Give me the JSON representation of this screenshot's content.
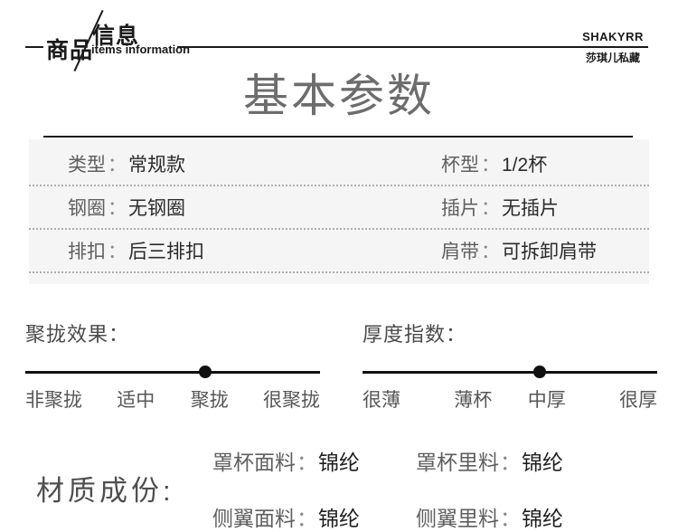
{
  "header": {
    "brand_title_cn_left": "商品",
    "brand_title_cn_right": "信息",
    "brand_subtitle_en": "items information",
    "store_name_en": "SHAKYRR",
    "store_name_cn": "莎琪儿私藏"
  },
  "section_title": "基本参数",
  "colon": "：",
  "spec_table": {
    "rows": [
      {
        "left": {
          "label": "类型",
          "value": "常规款"
        },
        "right": {
          "label": "杯型",
          "value": "1/2杯"
        }
      },
      {
        "left": {
          "label": "钢圈",
          "value": "无钢圈"
        },
        "right": {
          "label": "插片",
          "value": "无插片"
        }
      },
      {
        "left": {
          "label": "排扣",
          "value": "后三排扣"
        },
        "right": {
          "label": "肩带",
          "value": "可拆卸肩带"
        }
      }
    ]
  },
  "sliders": [
    {
      "title": "聚拢效果：",
      "options": [
        "非聚拢",
        "适中",
        "聚拢",
        "很聚拢"
      ],
      "selected": "聚拢",
      "dot_percent": 61
    },
    {
      "title": "厚度指数：",
      "options": [
        "很薄",
        "薄杯",
        "中厚",
        "很厚"
      ],
      "selected": "中厚",
      "dot_percent": 60
    }
  ],
  "materials": {
    "title": "材质成份:",
    "items": [
      {
        "label": "罩杯面料",
        "value": "锦纶"
      },
      {
        "label": "罩杯里料",
        "value": "锦纶"
      },
      {
        "label": "侧翼面料",
        "value": "锦纶"
      },
      {
        "label": "侧翼里料",
        "value": "锦纶"
      }
    ]
  },
  "colors": {
    "ink": "#1a1a1a",
    "title_gray": "#6d6d6d",
    "label_gray": "#5f5f5f",
    "value_dark": "#2b2b2b",
    "table_bg": "#f5f5f5",
    "dotted_border": "#b0b0b0"
  }
}
